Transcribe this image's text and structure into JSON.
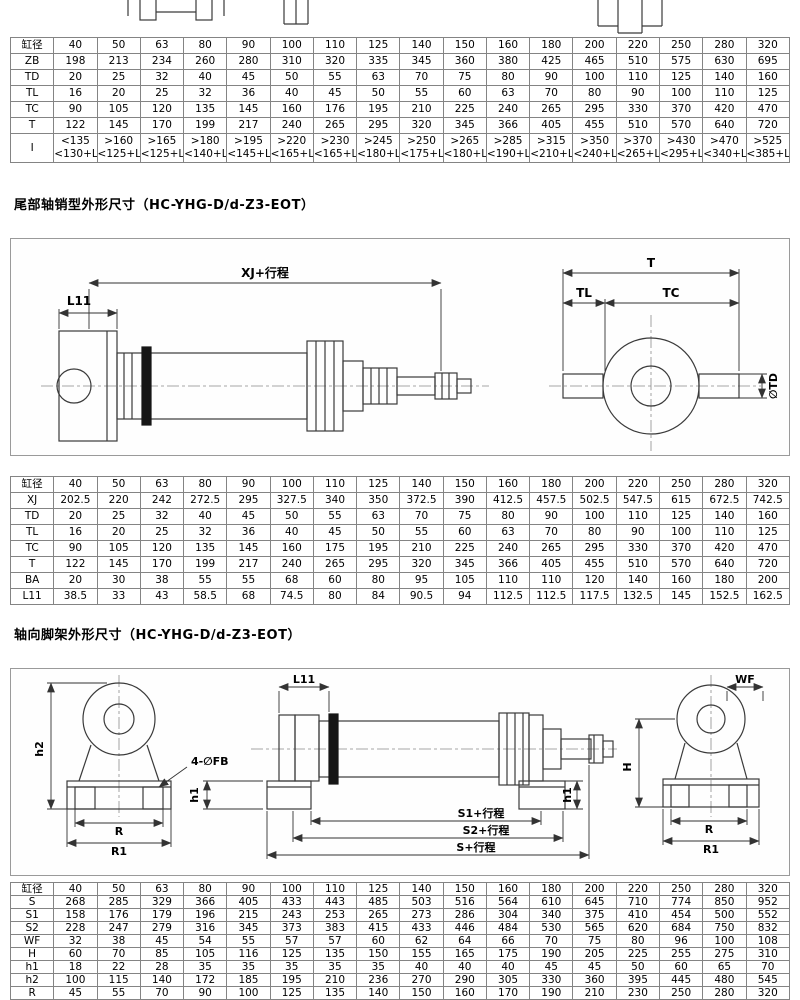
{
  "page": {
    "section1_heading": "尾部轴销型外形尺寸（HC-YHG-D/d-Z3-EOT）",
    "section2_heading": "轴向脚架外形尺寸（HC-YHG-D/d-Z3-EOT）"
  },
  "drawing1_labels": {
    "xj_stroke": "XJ+行程",
    "l11": "L11",
    "t": "T",
    "tl": "TL",
    "tc": "TC",
    "dia_td": "∅TD"
  },
  "drawing2_labels": {
    "l11": "L11",
    "wf": "WF",
    "fb_holes": "4-∅FB",
    "h2": "h2",
    "h1": "h1",
    "h": "H",
    "r": "R",
    "r1": "R1",
    "s1_stroke": "S1+行程",
    "s2_stroke": "S2+行程",
    "s_stroke": "S+行程"
  },
  "tables": {
    "zb_table": {
      "rows": [
        [
          "缸径",
          "40",
          "50",
          "63",
          "80",
          "90",
          "100",
          "110",
          "125",
          "140",
          "150",
          "160",
          "180",
          "200",
          "220",
          "250",
          "280",
          "320"
        ],
        [
          "ZB",
          "198",
          "213",
          "234",
          "260",
          "280",
          "310",
          "320",
          "335",
          "345",
          "360",
          "380",
          "425",
          "465",
          "510",
          "575",
          "630",
          "695"
        ],
        [
          "TD",
          "20",
          "25",
          "32",
          "40",
          "45",
          "50",
          "55",
          "63",
          "70",
          "75",
          "80",
          "90",
          "100",
          "110",
          "125",
          "140",
          "160"
        ],
        [
          "TL",
          "16",
          "20",
          "25",
          "32",
          "36",
          "40",
          "45",
          "50",
          "55",
          "60",
          "63",
          "70",
          "80",
          "90",
          "100",
          "110",
          "125"
        ],
        [
          "TC",
          "90",
          "105",
          "120",
          "135",
          "145",
          "160",
          "176",
          "195",
          "210",
          "225",
          "240",
          "265",
          "295",
          "330",
          "370",
          "420",
          "470"
        ],
        [
          "T",
          "122",
          "145",
          "170",
          "199",
          "217",
          "240",
          "265",
          "295",
          "320",
          "345",
          "366",
          "405",
          "455",
          "510",
          "570",
          "640",
          "720"
        ],
        [
          "I",
          "<135\n<130+L",
          ">160\n<125+L",
          ">165\n<125+L",
          ">180\n<140+L",
          ">195\n<145+L",
          ">220\n<165+L",
          ">230\n<165+L",
          ">245\n<180+L",
          ">250\n<175+L",
          ">265\n<180+L",
          ">285\n<190+L",
          ">315\n<210+L",
          ">350\n<240+L",
          ">370\n<265+L",
          ">430\n<295+L",
          ">470\n<340+L",
          ">525\n<385+L"
        ]
      ]
    },
    "xj_table": {
      "rows": [
        [
          "缸径",
          "40",
          "50",
          "63",
          "80",
          "90",
          "100",
          "110",
          "125",
          "140",
          "150",
          "160",
          "180",
          "200",
          "220",
          "250",
          "280",
          "320"
        ],
        [
          "XJ",
          "202.5",
          "220",
          "242",
          "272.5",
          "295",
          "327.5",
          "340",
          "350",
          "372.5",
          "390",
          "412.5",
          "457.5",
          "502.5",
          "547.5",
          "615",
          "672.5",
          "742.5"
        ],
        [
          "TD",
          "20",
          "25",
          "32",
          "40",
          "45",
          "50",
          "55",
          "63",
          "70",
          "75",
          "80",
          "90",
          "100",
          "110",
          "125",
          "140",
          "160"
        ],
        [
          "TL",
          "16",
          "20",
          "25",
          "32",
          "36",
          "40",
          "45",
          "50",
          "55",
          "60",
          "63",
          "70",
          "80",
          "90",
          "100",
          "110",
          "125"
        ],
        [
          "TC",
          "90",
          "105",
          "120",
          "135",
          "145",
          "160",
          "175",
          "195",
          "210",
          "225",
          "240",
          "265",
          "295",
          "330",
          "370",
          "420",
          "470"
        ],
        [
          "T",
          "122",
          "145",
          "170",
          "199",
          "217",
          "240",
          "265",
          "295",
          "320",
          "345",
          "366",
          "405",
          "455",
          "510",
          "570",
          "640",
          "720"
        ],
        [
          "BA",
          "20",
          "30",
          "38",
          "55",
          "55",
          "68",
          "60",
          "80",
          "95",
          "105",
          "110",
          "110",
          "120",
          "140",
          "160",
          "180",
          "200"
        ],
        [
          "L11",
          "38.5",
          "33",
          "43",
          "58.5",
          "68",
          "74.5",
          "80",
          "84",
          "90.5",
          "94",
          "112.5",
          "112.5",
          "117.5",
          "132.5",
          "145",
          "152.5",
          "162.5"
        ]
      ]
    },
    "foot_table": {
      "rows": [
        [
          "缸径",
          "40",
          "50",
          "63",
          "80",
          "90",
          "100",
          "110",
          "125",
          "140",
          "150",
          "160",
          "180",
          "200",
          "220",
          "250",
          "280",
          "320"
        ],
        [
          "S",
          "268",
          "285",
          "329",
          "366",
          "405",
          "433",
          "443",
          "485",
          "503",
          "516",
          "564",
          "610",
          "645",
          "710",
          "774",
          "850",
          "952"
        ],
        [
          "S1",
          "158",
          "176",
          "179",
          "196",
          "215",
          "243",
          "253",
          "265",
          "273",
          "286",
          "304",
          "340",
          "375",
          "410",
          "454",
          "500",
          "552"
        ],
        [
          "S2",
          "228",
          "247",
          "279",
          "316",
          "345",
          "373",
          "383",
          "415",
          "433",
          "446",
          "484",
          "530",
          "565",
          "620",
          "684",
          "750",
          "832"
        ],
        [
          "WF",
          "32",
          "38",
          "45",
          "54",
          "55",
          "57",
          "57",
          "60",
          "62",
          "64",
          "66",
          "70",
          "75",
          "80",
          "96",
          "100",
          "108"
        ],
        [
          "H",
          "60",
          "70",
          "85",
          "105",
          "116",
          "125",
          "135",
          "150",
          "155",
          "165",
          "175",
          "190",
          "205",
          "225",
          "255",
          "275",
          "310"
        ],
        [
          "h1",
          "18",
          "22",
          "28",
          "35",
          "35",
          "35",
          "35",
          "35",
          "40",
          "40",
          "40",
          "45",
          "45",
          "50",
          "60",
          "65",
          "70"
        ],
        [
          "h2",
          "100",
          "115",
          "140",
          "172",
          "185",
          "195",
          "210",
          "236",
          "270",
          "290",
          "305",
          "330",
          "360",
          "395",
          "445",
          "480",
          "545"
        ],
        [
          "R",
          "45",
          "55",
          "70",
          "90",
          "100",
          "125",
          "135",
          "140",
          "150",
          "160",
          "170",
          "190",
          "210",
          "230",
          "250",
          "280",
          "320"
        ]
      ]
    }
  }
}
